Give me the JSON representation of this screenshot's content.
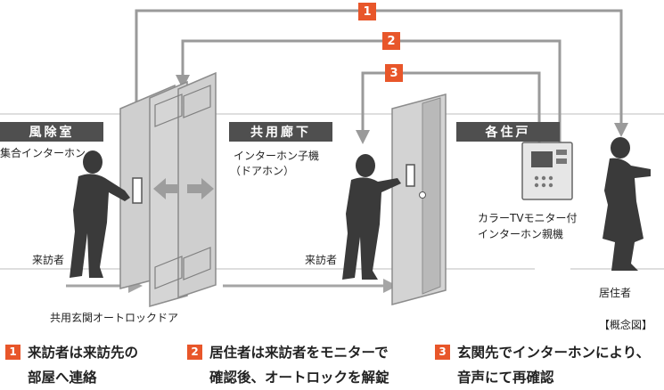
{
  "zones": {
    "windbreak_room": "風除室",
    "common_corridor": "共用廊下",
    "each_unit": "各住戸"
  },
  "labels": {
    "collective_intercom": "集合インターホン",
    "visitor_left": "来訪者",
    "visitor_mid": "来訪者",
    "door_intercom_line1": "インターホン子機",
    "door_intercom_line2": "（ドアホン）",
    "monitor_line1": "カラーTVモニター付",
    "monitor_line2": "インターホン親機",
    "resident": "居住者",
    "auto_lock_door": "共用玄関オートロックドア",
    "concept_note": "【概念図】"
  },
  "steps": [
    {
      "num": "1",
      "line1": "来訪者は来訪先の",
      "line2": "部屋へ連絡"
    },
    {
      "num": "2",
      "line1": "居住者は来訪者をモニターで",
      "line2": "確認後、オートロックを解錠"
    },
    {
      "num": "3",
      "line1": "玄関先でインターホンにより、",
      "line2": "音声にて再確認"
    }
  ],
  "colors": {
    "accent": "#e8562a",
    "tag_bg": "#4f4f4f",
    "line": "#9a9a9a",
    "silhouette": "#3a3a3a"
  }
}
